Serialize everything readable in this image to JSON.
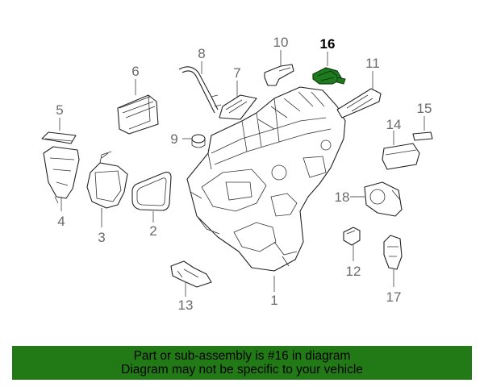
{
  "callouts": [
    "1",
    "2",
    "3",
    "4",
    "5",
    "6",
    "7",
    "8",
    "9",
    "10",
    "11",
    "12",
    "13",
    "14",
    "15",
    "16",
    "17",
    "18"
  ],
  "highlighted_callout": "16",
  "highlight_color": "#1e7a1e",
  "banner": {
    "line1": "Part or sub-assembly is #16 in diagram",
    "line2": "Diagram may not be specific to your vehicle",
    "color": "#217a15"
  }
}
